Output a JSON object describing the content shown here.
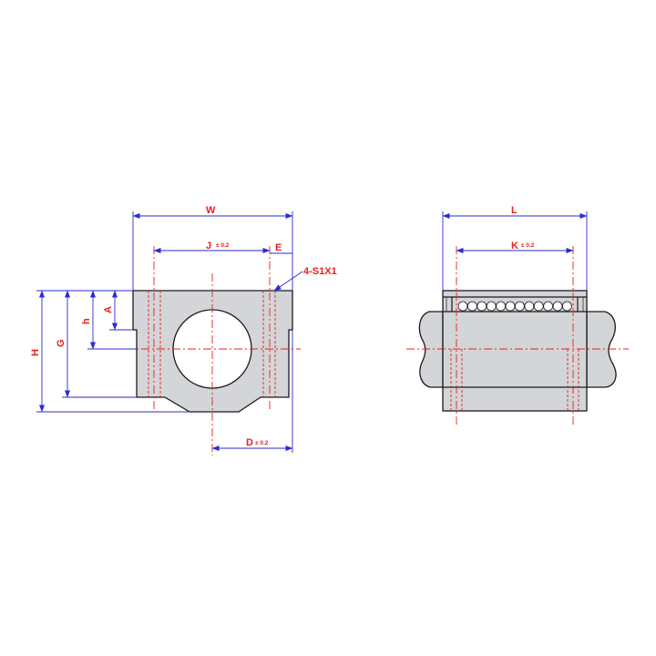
{
  "front_view": {
    "labels": {
      "W": "W",
      "J": "J",
      "J_tol": "± 0.2",
      "E": "E",
      "S1X1": "4-S1X1",
      "H": "H",
      "G": "G",
      "h": "h",
      "A": "A",
      "D": "D",
      "D_tol": "± 0.2"
    }
  },
  "side_view": {
    "labels": {
      "L": "L",
      "K": "K",
      "K_tol": "± 0.2"
    }
  },
  "colors": {
    "dimension": "#2b2bd6",
    "label": "#e8201c",
    "centerline": "#e8201c",
    "body": "#d3d5d8",
    "outline": "#1a1a1a"
  }
}
